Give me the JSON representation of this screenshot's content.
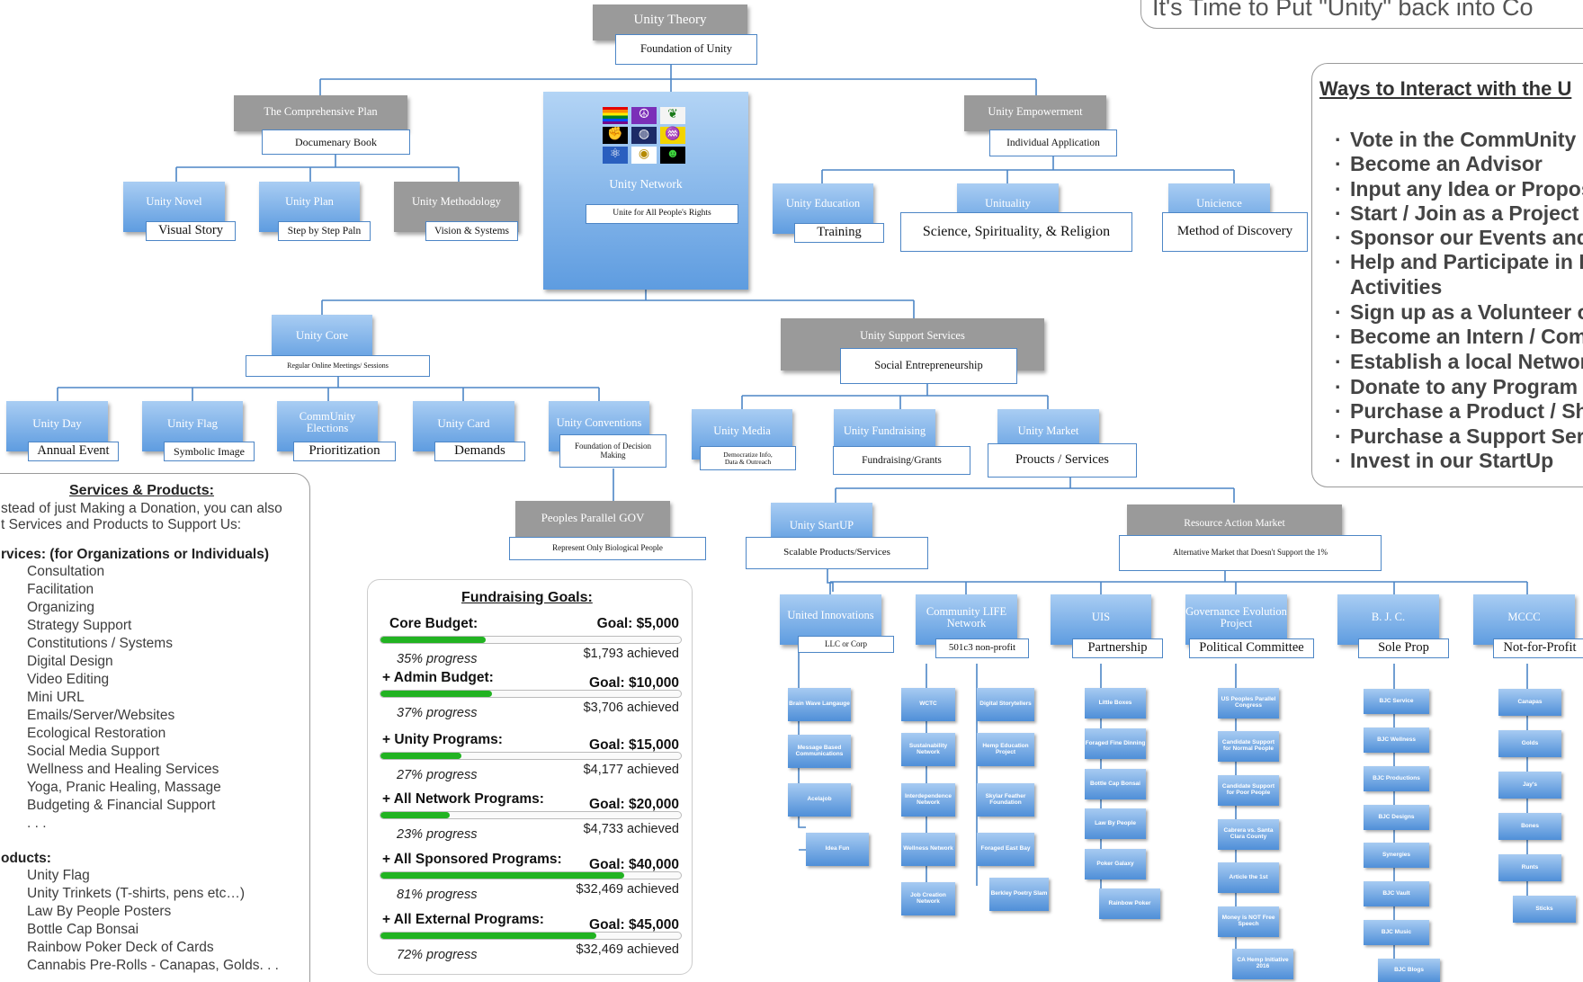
{
  "banner_partial": "It's Time to Put \"Unity\" back into Co",
  "chart": {
    "root": {
      "title": "Unity Theory",
      "sub": "Foundation of Unity"
    },
    "network": {
      "title": "Unity Network",
      "sub": "Unite for All People's Rights",
      "flag_icons": [
        "rainbow-flag-icon",
        "peace-sign-icon",
        "cannabis-leaf-icon",
        "fist-icon",
        "globe-icon",
        "gadsden-flag-icon",
        "atom-icon",
        "seal-icon",
        "alien-icon"
      ]
    },
    "comprehensive": {
      "title": "The Comprehensive Plan",
      "sub": "Documenary Book"
    },
    "novel": {
      "title": "Unity Novel",
      "sub": "Visual Story"
    },
    "plan": {
      "title": "Unity Plan",
      "sub": "Step by Step Paln"
    },
    "methodology": {
      "title": "Unity Methodology",
      "sub": "Vision & Systems"
    },
    "empowerment": {
      "title": "Unity Empowerment",
      "sub": "Individual Application"
    },
    "education": {
      "title": "Unity Education",
      "sub": "Training"
    },
    "unituality": {
      "title": "Unituality",
      "sub": "Science, Spirituality, & Religion"
    },
    "unicience": {
      "title": "Unicience",
      "sub": "Method of Discovery"
    },
    "core": {
      "title": "Unity Core",
      "sub": "Regular Online Meetings/ Sessions"
    },
    "day": {
      "title": "Unity Day",
      "sub": "Annual Event"
    },
    "flag": {
      "title": "Unity Flag",
      "sub": "Symbolic Image"
    },
    "elections": {
      "title": "CommUnity Elections",
      "sub": "Prioritization"
    },
    "card": {
      "title": "Unity Card",
      "sub": "Demands"
    },
    "conventions": {
      "title": "Unity Conventions",
      "sub": "Foundation of Decision Making"
    },
    "parallel_gov": {
      "title": "Peoples Parallel GOV",
      "sub": "Represent Only Biological People"
    },
    "support": {
      "title": "Unity Support Services",
      "sub": "Social Entrepreneurship"
    },
    "media": {
      "title": "Unity Media",
      "sub": "Democratize Info, Data & Outreach"
    },
    "fundraising": {
      "title": "Unity Fundraising",
      "sub": "Fundraising/Grants"
    },
    "market": {
      "title": "Unity Market",
      "sub": "Proucts / Services"
    },
    "startup": {
      "title": "Unity StartUP",
      "sub": "Scalable Products/Services"
    },
    "resource_market": {
      "title": "Resource Action Market",
      "sub": "Alternative Market that Doesn't Support the 1%"
    },
    "united_innovations": {
      "title": "United Innovations",
      "sub": "LLC or Corp",
      "leaves": [
        "Brain Wave Langauge",
        "Message Based Communications",
        "Acelajob",
        "Idea Fun"
      ]
    },
    "community_life": {
      "title": "Community LIFE Network",
      "sub": "501c3 non-profit",
      "leaves_a": [
        "WCTC",
        "Sustainability Network",
        "Interdependence Network",
        "Wellness Network",
        "Job Creation Network"
      ],
      "leaves_b": [
        "Digital Storytellers",
        "Hemp Education Project",
        "Skylar Feather Foundation",
        "Foraged East Bay",
        "Berkley Poetry Slam"
      ]
    },
    "uis": {
      "title": "UIS",
      "sub": "Partnership",
      "leaves": [
        "Little Boxes",
        "Foraged Fine Dinning",
        "Bottle Cap Bonsai",
        "Law By People",
        "Poker Galaxy",
        "Rainbow Poker"
      ]
    },
    "governance": {
      "title": "Governance Evolution Project",
      "sub": "Political Committee",
      "leaves": [
        "US Peoples Parallel Congress",
        "Candidate Support for Normal People",
        "Candidate Support for Poor People",
        "Cabrera vs. Santa Clara County",
        "Article the 1st",
        "Money is NOT Free Speech",
        "CA Hemp Initiative 2016"
      ]
    },
    "bjc": {
      "title": "B. J. C.",
      "sub": "Sole Prop",
      "leaves": [
        "BJC Service",
        "BJC Wellness",
        "BJC Productions",
        "BJC Designs",
        "Synergies",
        "BJC Vault",
        "BJC Music",
        "BJC Blogs"
      ]
    },
    "mccc": {
      "title": "MCCC",
      "sub": "Not-for-Profit",
      "leaves": [
        "Canapas",
        "Golds",
        "Jay's",
        "Bones",
        "Runts",
        "Sticks"
      ]
    }
  },
  "services_panel": {
    "title": "Services & Products:",
    "intro": [
      "stead of just Making a Donation, you can also",
      "t Services and Products to Support Us:"
    ],
    "services_heading": "rvices: (for Organizations or Individuals)",
    "services": [
      "Consultation",
      "Facilitation",
      "Organizing",
      "Strategy Support",
      "Constitutions / Systems",
      "Digital Design",
      "Video Editing",
      "Mini URL",
      "Emails/Server/Websites",
      "Ecological Restoration",
      "Social Media Support",
      "Wellness and Healing Services",
      "Yoga, Pranic Healing, Massage",
      "Budgeting & Financial Support",
      ". . ."
    ],
    "products_heading": "oducts:",
    "products": [
      "Unity Flag",
      "Unity Trinkets (T-shirts, pens etc…)",
      "Law By People Posters",
      "Bottle Cap Bonsai",
      "Rainbow Poker Deck of Cards",
      "Cannabis Pre-Rolls - Canapas, Golds. . ."
    ]
  },
  "fundraising_goals": {
    "title": "Fundraising Goals:",
    "bar_color": "#22b322",
    "goals": [
      {
        "label": "Core Budget:",
        "goal": "Goal: $5,000",
        "progress_text": "35% progress",
        "achieved": "$1,793 achieved",
        "fraction": 0.35
      },
      {
        "label": "+ Admin Budget:",
        "goal": "Goal: $10,000",
        "progress_text": "37% progress",
        "achieved": "$3,706 achieved",
        "fraction": 0.37
      },
      {
        "label": "+ Unity Programs:",
        "goal": "Goal: $15,000",
        "progress_text": "27%  progress",
        "achieved": "$4,177 achieved",
        "fraction": 0.27
      },
      {
        "label": "+ All Network Programs:",
        "goal": "Goal: $20,000",
        "progress_text": "23%  progress",
        "achieved": "$4,733 achieved",
        "fraction": 0.23
      },
      {
        "label": "+ All Sponsored Programs:",
        "goal": "Goal: $40,000",
        "progress_text": "81% progress",
        "achieved": "$32,469 achieved",
        "fraction": 0.81
      },
      {
        "label": "+ All External Programs:",
        "goal": "Goal: $45,000",
        "progress_text": "72%  progress",
        "achieved": "$32,469 achieved",
        "fraction": 0.72
      }
    ]
  },
  "ways_panel": {
    "title": "Ways to Interact with the U",
    "items": [
      "Vote in the CommUnity El",
      "Become an Advisor",
      "Input any Idea or Proposa",
      "Start / Join as a Project /",
      "Sponsor our Events and A",
      "Help and Participate in Ev",
      "Activities",
      "Sign up as a Volunteer or",
      "Become an Intern / Comm",
      "Establish a local Network",
      "Donate to any Program or",
      "Purchase a Product / Sho",
      "Purchase a Support Servi",
      "Invest in our StartUp"
    ]
  },
  "colors": {
    "node_blue": "#5e9ce0",
    "node_gray": "#9a9a9a",
    "border_blue": "#4d86c6",
    "line": "#4d86c6",
    "progress_green": "#22b322"
  }
}
